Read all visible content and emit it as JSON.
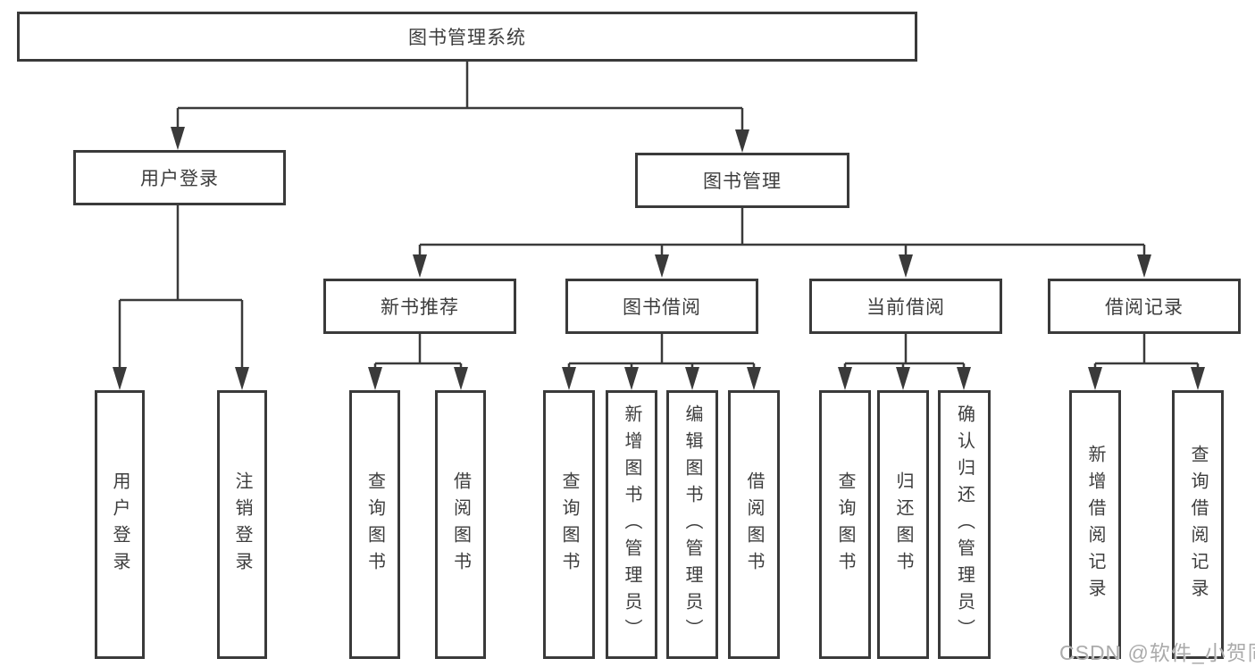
{
  "tree": {
    "root": "图书管理系统",
    "level2": [
      "用户登录",
      "图书管理"
    ],
    "level3": [
      "新书推荐",
      "图书借阅",
      "当前借阅",
      "借阅记录"
    ],
    "leaves": {
      "user_login": [
        "用户登录",
        "注销登录"
      ],
      "new_book": [
        "查询图书",
        "借阅图书"
      ],
      "book_borrow": [
        "查询图书",
        "新增图书（管理员）",
        "编辑图书（管理员）",
        "借阅图书"
      ],
      "current_borrow": [
        "查询图书",
        "归还图书",
        "确认归还（管理员）"
      ],
      "borrow_record": [
        "新增借阅记录",
        "查询借阅记录"
      ]
    }
  },
  "watermark": "CSDN @软件_小贺同学",
  "colors": {
    "line": "#3a3a3a",
    "text": "#3d3d3d",
    "box_bg": "#ffffff",
    "watermark": "#ababab"
  }
}
